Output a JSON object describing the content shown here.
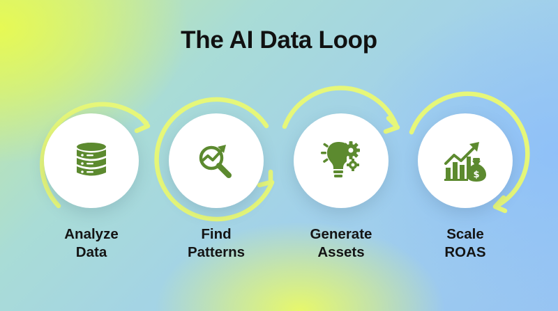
{
  "title": "The AI Data Loop",
  "colors": {
    "icon_green": "#5c8a2f",
    "arrow": "#e6f779",
    "label": "#141414"
  },
  "steps": [
    {
      "line1": "Analyze",
      "line2": "Data",
      "icon": "database-icon"
    },
    {
      "line1": "Find",
      "line2": "Patterns",
      "icon": "trend-magnifier-icon"
    },
    {
      "line1": "Generate",
      "line2": "Assets",
      "icon": "lightbulb-gears-icon"
    },
    {
      "line1": "Scale",
      "line2": "ROAS",
      "icon": "growth-chart-money-bag-icon"
    }
  ]
}
